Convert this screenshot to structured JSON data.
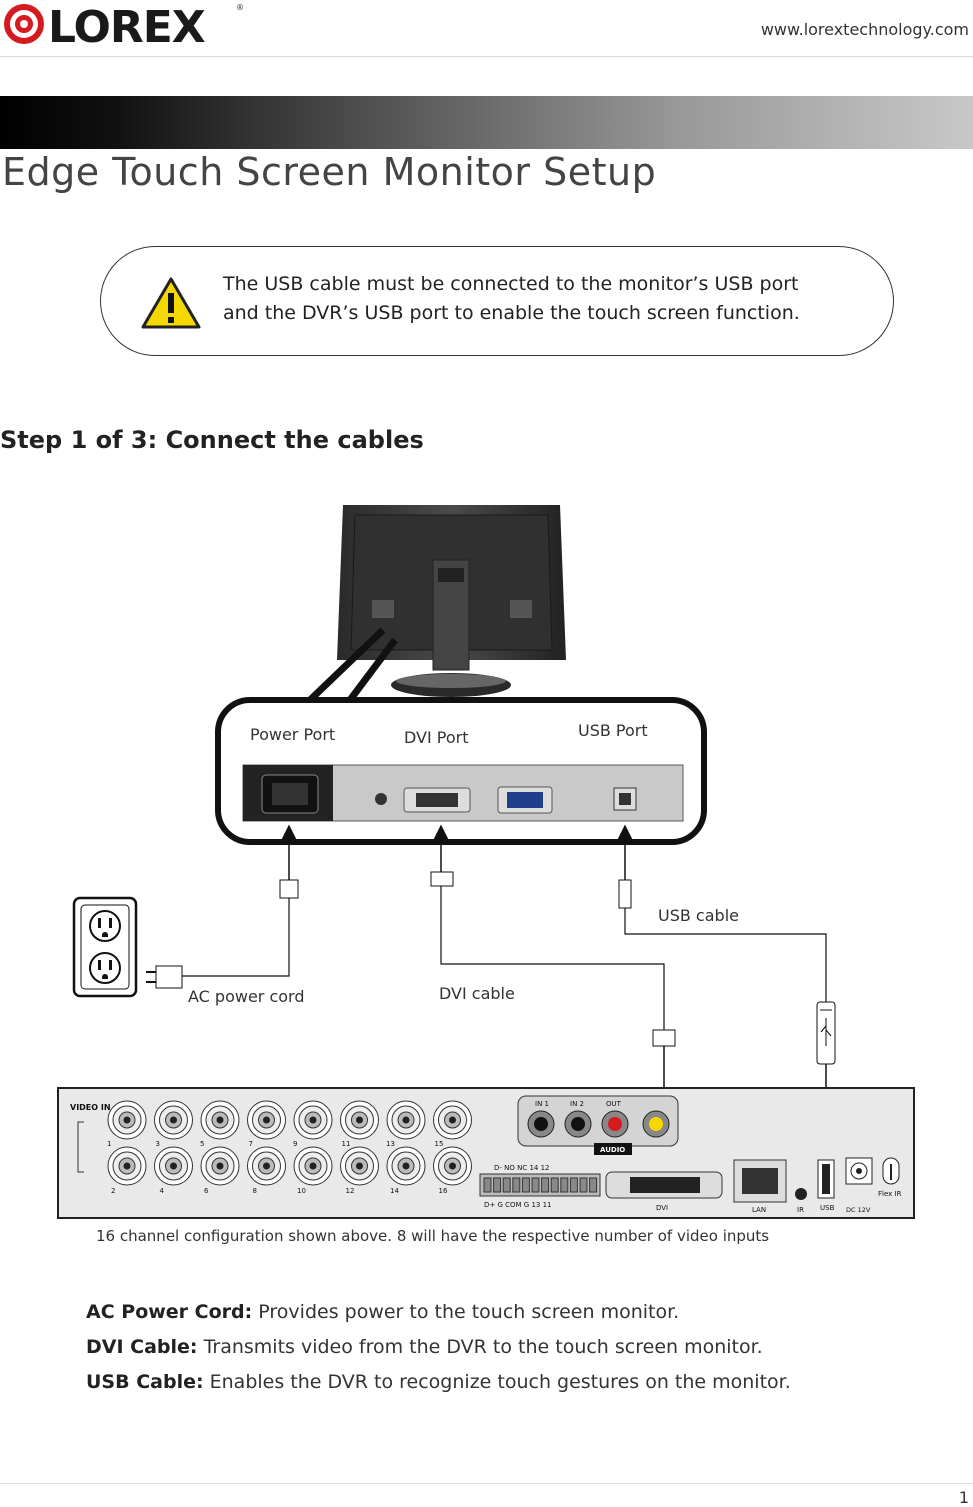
{
  "header": {
    "brand": "LOREX",
    "url": "www.lorextechnology.com"
  },
  "page": {
    "title": "Edge Touch Screen Monitor Setup",
    "number": "1"
  },
  "notice": {
    "line1": "The USB cable must be connected to the monitor’s USB port",
    "line2": "and the DVR’s USB port to enable the touch screen function."
  },
  "step": "Step 1 of 3: Connect the cables",
  "diagram": {
    "power_port": "Power Port",
    "dvi_port": "DVI Port",
    "usb_port": "USB Port",
    "usb_cable": "USB cable",
    "ac_cord": "AC power cord",
    "dvi_cable": "DVI cable",
    "dvr": {
      "video_in": "VIDEO IN",
      "top_channels": [
        "1",
        "3",
        "5",
        "7",
        "9",
        "11",
        "13",
        "15"
      ],
      "bottom_channels": [
        "2",
        "4",
        "6",
        "8",
        "10",
        "12",
        "14",
        "16"
      ],
      "audio_in1": "IN 1",
      "audio_in2": "IN 2",
      "audio_out": "OUT",
      "audio_label": "AUDIO",
      "dvi": "DVI",
      "lan": "LAN",
      "ir": "IR",
      "usb": "USB",
      "dc": "DC 12V",
      "flex": "Flex IR",
      "alarm_top": "D-   NO   NC   14   12",
      "alarm_bottom": "D+   G  COM  G    13    11"
    }
  },
  "caption": "16 channel configuration shown above. 8 will have the respective number of video inputs",
  "descriptions": [
    {
      "term": "AC Power Cord:",
      "text": "Provides power to the touch screen monitor."
    },
    {
      "term": "DVI Cable:",
      "text": "Transmits video from the DVR to the touch screen monitor."
    },
    {
      "term": "USB Cable:",
      "text": "Enables the DVR to recognize touch gestures on the monitor."
    }
  ]
}
